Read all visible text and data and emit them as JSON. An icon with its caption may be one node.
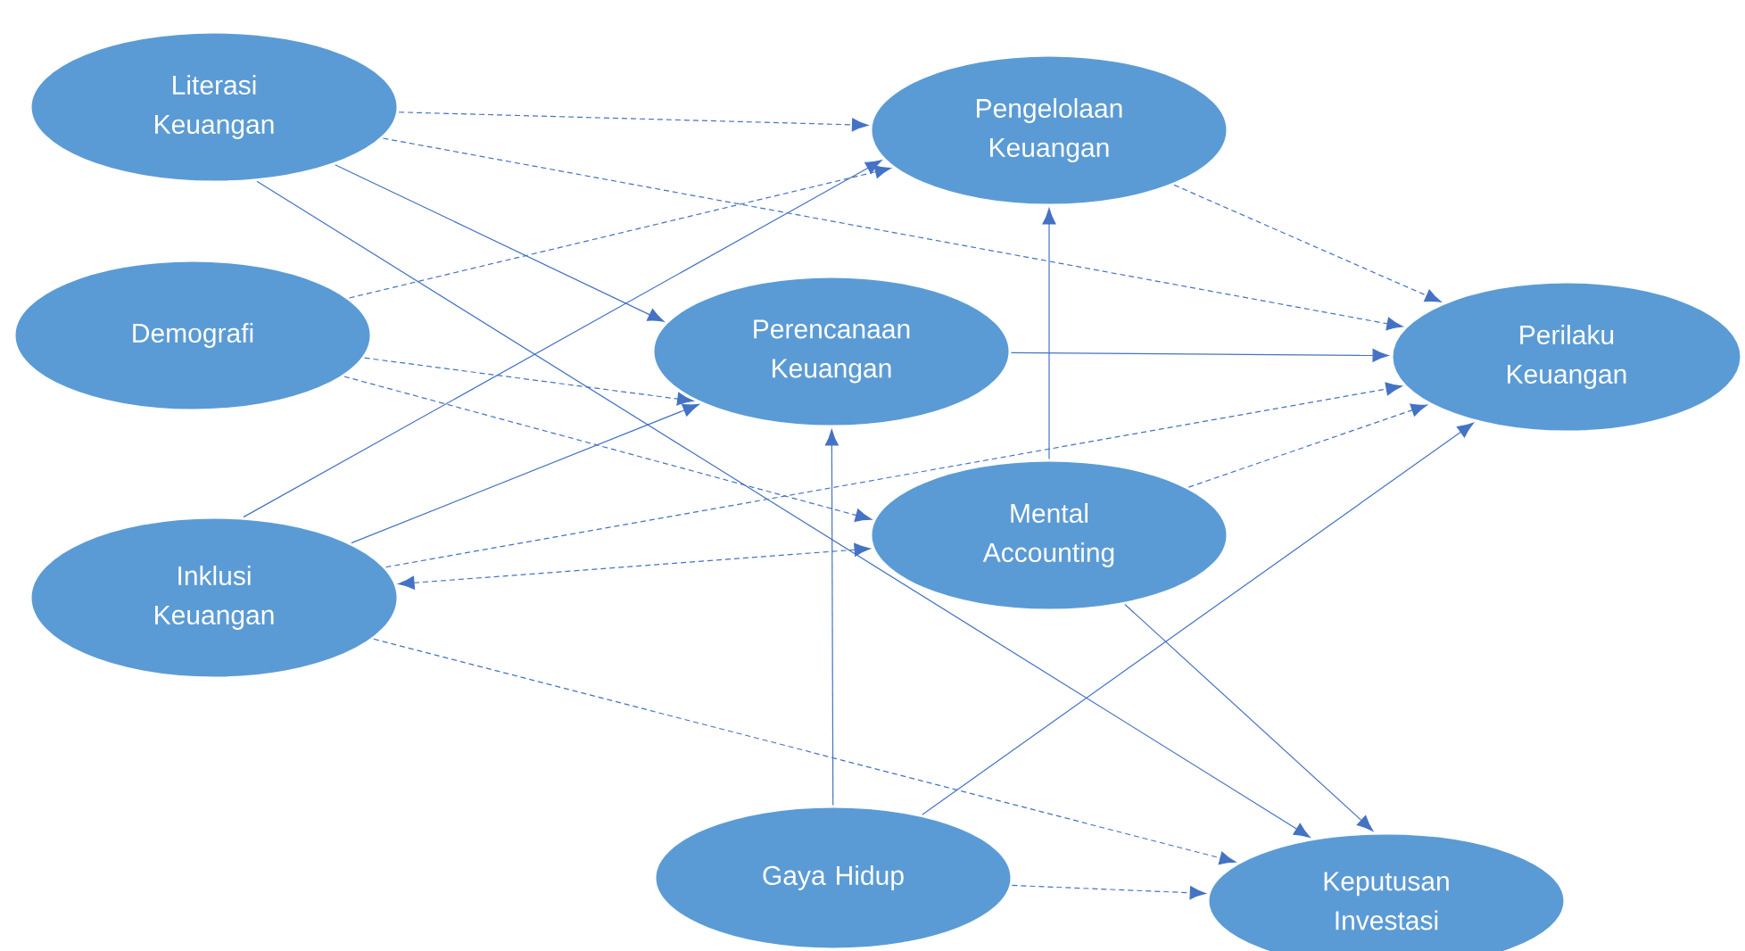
{
  "diagram": {
    "nodes": [
      {
        "text": [
          "Literasi Keuangan"
        ]
      },
      {
        "text": [
          "Demografi"
        ]
      },
      {
        "text": [
          "Inklusi Keuangan"
        ]
      },
      {
        "text": [
          "Pengelolaan Keuangan"
        ]
      },
      {
        "text": [
          "Perencanaan Keuangan"
        ]
      },
      {
        "text": [
          "Mental Accounting"
        ]
      },
      {
        "text": [
          "Perilaku Keuangan"
        ]
      },
      {
        "text": [
          "Gaya Hidup"
        ]
      },
      {
        "text": [
          "Keputusan Investasi"
        ]
      }
    ],
    "edges": [
      {
        "from": 0,
        "to": 3,
        "arrow": "to",
        "style": "dashed"
      },
      {
        "from": 0,
        "to": 6,
        "arrow": "to",
        "style": "dashed"
      },
      {
        "from": 0,
        "to": 4,
        "arrow": "to"
      },
      {
        "from": 0,
        "to": 8,
        "arrow": "to"
      },
      {
        "from": 1,
        "to": 3,
        "arrow": "to",
        "style": "dashed"
      },
      {
        "from": 1,
        "to": 4,
        "arrow": "to",
        "style": "dashed"
      },
      {
        "from": 1,
        "to": 5,
        "arrow": "to",
        "style": "dashed"
      },
      {
        "from": 2,
        "to": 3,
        "arrow": "to"
      },
      {
        "from": 2,
        "to": 4,
        "arrow": "to"
      },
      {
        "from": 2,
        "to": 5,
        "arrow": "both",
        "style": "dashed"
      },
      {
        "from": 2,
        "to": 6,
        "arrow": "to",
        "style": "dashed"
      },
      {
        "from": 2,
        "to": 8,
        "arrow": "to",
        "style": "dashed"
      },
      {
        "from": 3,
        "to": 6,
        "arrow": "to",
        "style": "dashed"
      },
      {
        "from": 4,
        "to": 6,
        "arrow": "to"
      },
      {
        "from": 5,
        "to": 3,
        "arrow": "to"
      },
      {
        "from": 5,
        "to": 6,
        "arrow": "to",
        "style": "dashed"
      },
      {
        "from": 5,
        "to": 8,
        "arrow": "to"
      },
      {
        "from": 7,
        "to": 4,
        "arrow": "to"
      },
      {
        "from": 7,
        "to": 6,
        "arrow": "to"
      },
      {
        "from": 7,
        "to": 8,
        "arrow": "to",
        "style": "dashed"
      }
    ]
  }
}
